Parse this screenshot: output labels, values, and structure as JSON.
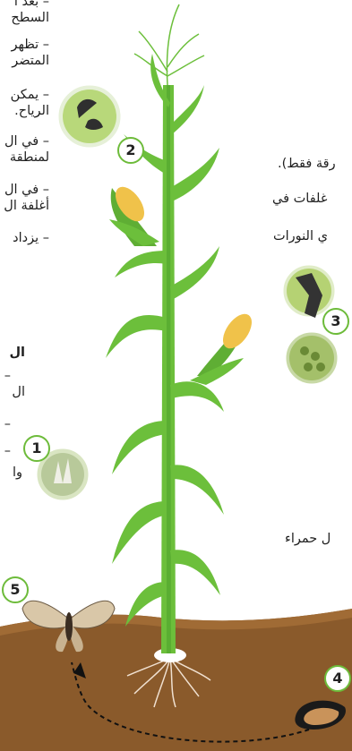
{
  "left_text": [
    "– بعد ا",
    "السطح",
    "– تظهر",
    "المتضر",
    "– يمكن",
    "الرياح.",
    "– في ال",
    "لمنطقة",
    "– في ال",
    "أغلفة ال",
    "– يزداد"
  ],
  "left_heading": "ال",
  "left_text2": [
    "–",
    "ال",
    "–",
    "–",
    "وا"
  ],
  "right_text": [
    "رقة فقط).",
    "غلفات  في",
    "ي  النورات"
  ],
  "right_text_bottom": "ل حمراء",
  "badges": [
    "1",
    "2",
    "3",
    "4",
    "5"
  ],
  "colors": {
    "stalk": "#6cbf3b",
    "leaf_dark": "#3f9a2c",
    "soil": "#8a5a2b",
    "badge_border": "#6dbb3a"
  }
}
